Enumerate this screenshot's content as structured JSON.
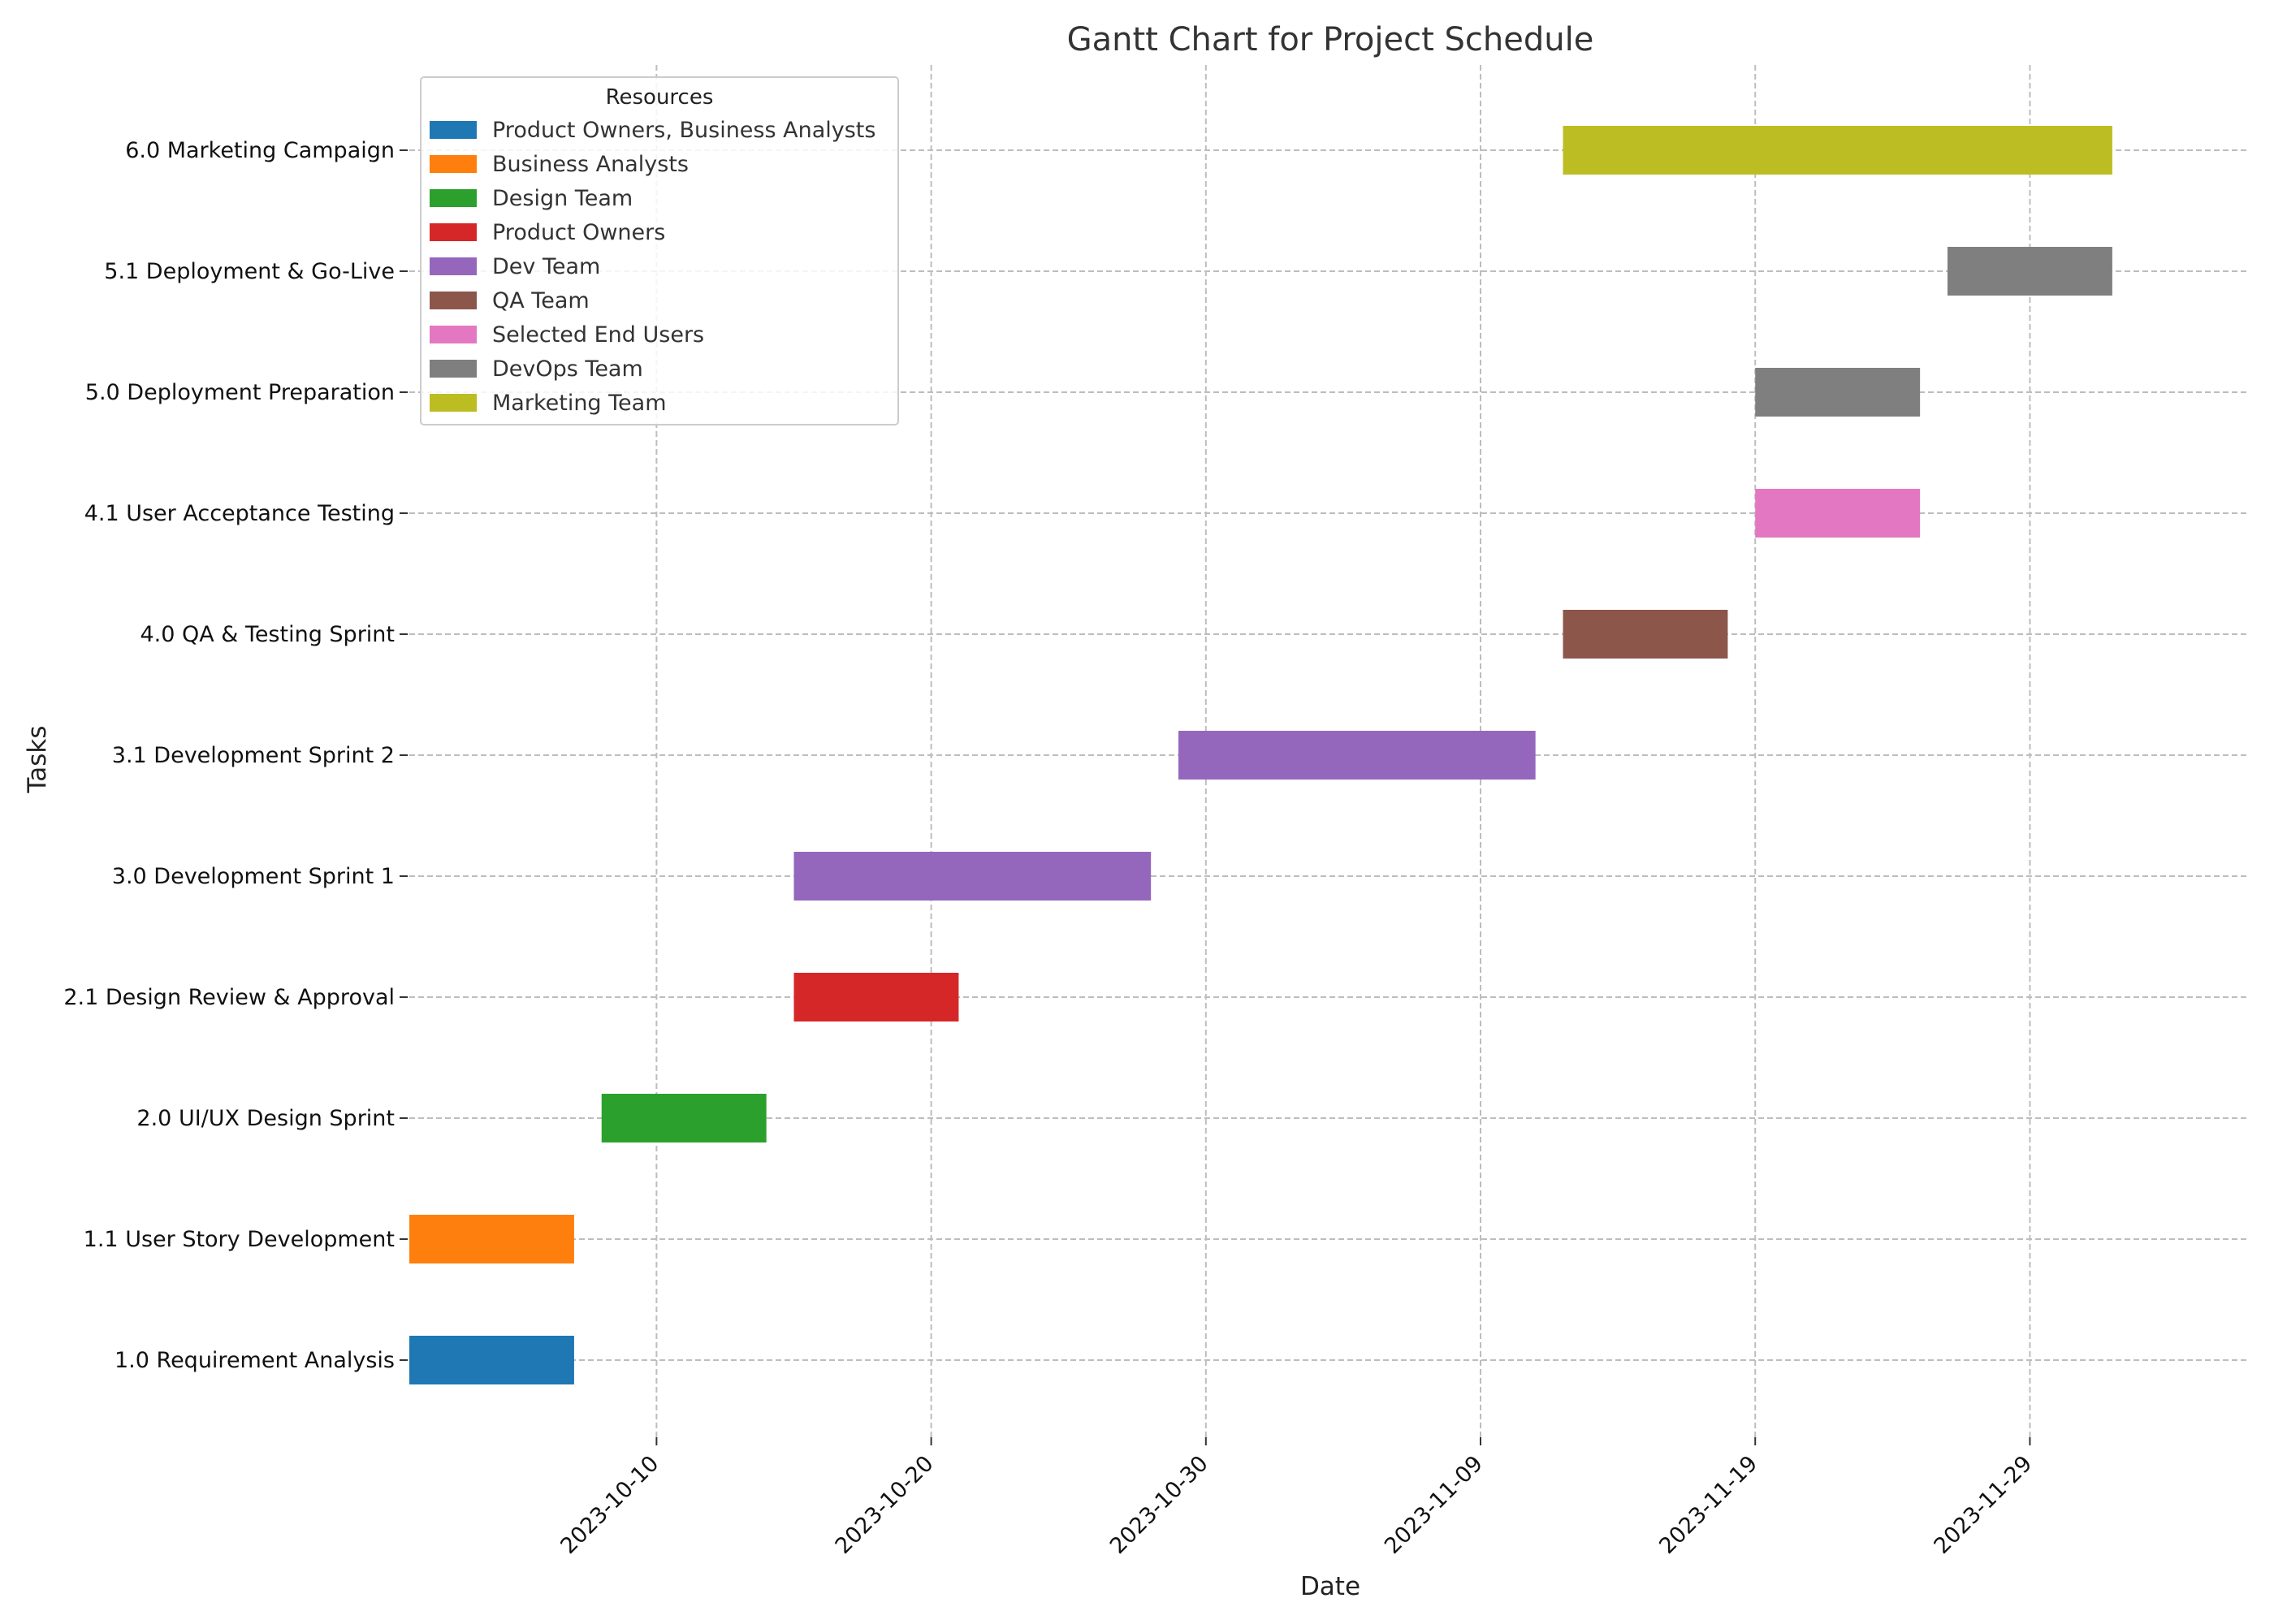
{
  "chart_data": {
    "type": "gantt",
    "title": "Gantt Chart for Project Schedule",
    "xlabel": "Date",
    "ylabel": "Tasks",
    "x_range": [
      "2023-10-01",
      "2023-12-07"
    ],
    "x_ticks": [
      "2023-10-10",
      "2023-10-20",
      "2023-10-30",
      "2023-11-09",
      "2023-11-19",
      "2023-11-29"
    ],
    "grid": true,
    "legend": {
      "title": "Resources",
      "placement": "top-left",
      "entries": [
        {
          "label": "Product Owners, Business Analysts",
          "color": "#1f77b4"
        },
        {
          "label": "Business Analysts",
          "color": "#ff7f0e"
        },
        {
          "label": "Design Team",
          "color": "#2ca02c"
        },
        {
          "label": "Product Owners",
          "color": "#d62728"
        },
        {
          "label": "Dev Team",
          "color": "#9467bd"
        },
        {
          "label": "QA Team",
          "color": "#8c564b"
        },
        {
          "label": "Selected End Users",
          "color": "#e377c2"
        },
        {
          "label": "DevOps Team",
          "color": "#7f7f7f"
        },
        {
          "label": "Marketing Team",
          "color": "#bcbd22"
        }
      ]
    },
    "tasks": [
      {
        "name": "1.0 Requirement Analysis",
        "start": "2023-10-01",
        "end": "2023-10-07",
        "resource": "Product Owners, Business Analysts",
        "color": "#1f77b4"
      },
      {
        "name": "1.1 User Story Development",
        "start": "2023-10-01",
        "end": "2023-10-07",
        "resource": "Business Analysts",
        "color": "#ff7f0e"
      },
      {
        "name": "2.0 UI/UX Design Sprint",
        "start": "2023-10-08",
        "end": "2023-10-14",
        "resource": "Design Team",
        "color": "#2ca02c"
      },
      {
        "name": "2.1 Design Review & Approval",
        "start": "2023-10-15",
        "end": "2023-10-21",
        "resource": "Product Owners",
        "color": "#d62728"
      },
      {
        "name": "3.0 Development Sprint 1",
        "start": "2023-10-15",
        "end": "2023-10-28",
        "resource": "Dev Team",
        "color": "#9467bd"
      },
      {
        "name": "3.1 Development Sprint 2",
        "start": "2023-10-29",
        "end": "2023-11-11",
        "resource": "Dev Team",
        "color": "#9467bd"
      },
      {
        "name": "4.0 QA & Testing Sprint",
        "start": "2023-11-12",
        "end": "2023-11-18",
        "resource": "QA Team",
        "color": "#8c564b"
      },
      {
        "name": "4.1 User Acceptance Testing",
        "start": "2023-11-19",
        "end": "2023-11-25",
        "resource": "Selected End Users",
        "color": "#e377c2"
      },
      {
        "name": "5.0 Deployment Preparation",
        "start": "2023-11-19",
        "end": "2023-11-25",
        "resource": "DevOps Team",
        "color": "#7f7f7f"
      },
      {
        "name": "5.1 Deployment & Go-Live",
        "start": "2023-11-26",
        "end": "2023-12-02",
        "resource": "DevOps Team",
        "color": "#7f7f7f"
      },
      {
        "name": "6.0 Marketing Campaign",
        "start": "2023-11-12",
        "end": "2023-12-02",
        "resource": "Marketing Team",
        "color": "#bcbd22"
      }
    ]
  }
}
